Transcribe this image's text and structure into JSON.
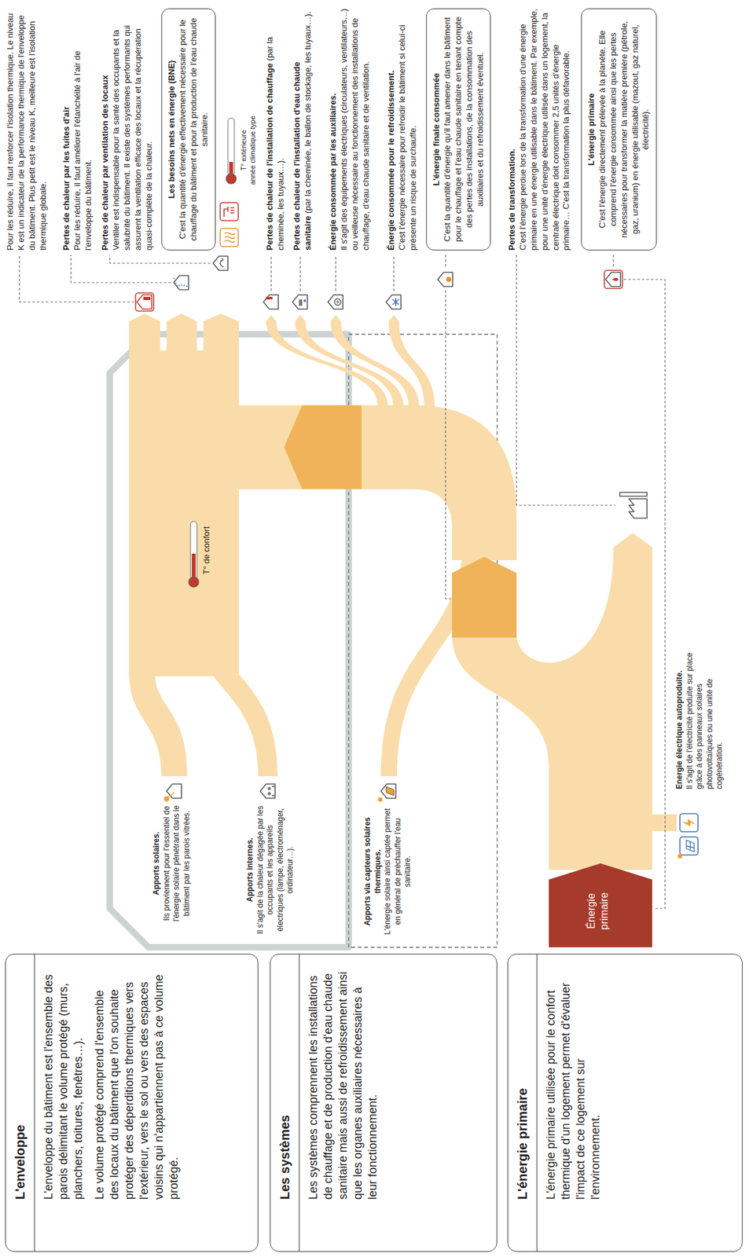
{
  "diagram": {
    "nodes": [
      {
        "text": [
          "L'enveloppe",
          "L'enveloppe du bâtiment est l'ensemble des parois délimitant le volume protégé (murs, planchers, toitures, fenêtres…).",
          "Le volume protégé comprend l'ensemble des locaux du bâtiment que l'on souhaite protéger des déperditions thermiques vers l'extérieur, vers le sol ou vers des espaces voisins qui n'appartiennent pas à ce volume protégé."
        ]
      },
      {
        "text": [
          "Les systèmes",
          "Les systèmes comprennent les installations de chauffage et de production d'eau chaude sanitaire mais aussi de refroidissement ainsi que les organes auxiliaires nécessaires à leur fonctionnement."
        ]
      },
      {
        "text": [
          "L'énergie primaire",
          "L'énergie primaire utilisée pour le confort thermique d'un logement permet d'évaluer l'impact de ce logement sur l'environnement."
        ]
      },
      {
        "text": [
          "Les besoins nets en énergie (BNE)",
          "C'est la quantité d'énergie effectivement nécessaire pour le chauffage du bâtiment et pour la production de l'eau chaude sanitaire."
        ]
      },
      {
        "text": [
          "L'énergie finale consommée",
          "C'est la quantité d'énergie qu'il faut amener dans le bâtiment pour le chauffage et l'eau chaude sanitaire en tenant compte des pertes des installations, de la consommation des auxiliaires et du refroidissement éventuel."
        ]
      },
      {
        "text": [
          "L'énergie primaire",
          "C'est l'énergie directement prélevée à la planète. Elle comprend l'énergie consommée ainsi que les pertes nécessaires pour transformer la matière première (pétrole, gaz, uranium) en énergie utilisable (mazout, gaz naturel, électricité)."
        ]
      },
      {
        "text": [
          "Énergie primaire"
        ]
      }
    ],
    "labels": [
      "Pour les réduire, il faut renforcer l'isolation thermique. Le niveau K est un indicateur de la performance thermique de l'enveloppe du bâtiment. Plus petit est le niveau K, meilleure est l'isolation thermique globale.",
      "Pertes de chaleur par les fuites d'air",
      "Pour les réduire, il faut améliorer l'étanchéité à l'air de l'enveloppe du bâtiment.",
      "Pertes de chaleur par ventilation des locaux",
      "Ventiler est indispensable pour la santé des occupants et la salubrité du bâtiment. Il existe des systèmes performants qui assurent la ventilation efficace des locaux et la récupération quasi-complète de la chaleur.",
      "Pertes de chaleur de l'installation de chauffage",
      "(par la cheminée, les tuyaux…).",
      "Pertes de chaleur de l'installation d'eau chaude sanitaire",
      "(par la cheminée, le ballon de stockage, les tuyaux…).",
      "Énergie consommée par les auxiliaires.",
      "Il s'agit des équipements électriques (circulateurs, ventilateurs…) ou veilleuse nécessaire au fonctionnement des installations de chauffage, d'eau chaude sanitaire et de ventilation.",
      "Énergie consommée pour le refroidissement.",
      "C'est l'énergie nécessaire pour refroidir le bâtiment si celui-ci présente un risque de surchauffe.",
      "Pertes de transformation.",
      "C'est l'énergie perdue lors de la transformation d'une énergie primaire en une énergie utilisable dans le bâtiment. Par exemple, pour une unité d'énergie électrique utilisée dans un logement, la centrale électrique doit consommer 2,5 unités d'énergie primaire… C'est la transformation la plus défavorable.",
      "Apports solaires.",
      "Ils proviennent pour l'essentiel de l'énergie solaire pénétrant dans le bâtiment par les parois vitrées.",
      "Apports internes.",
      "Il s'agit de la chaleur dégagée par les occupants et les appareils électriques (lampe, électroménager, ordinateur…).",
      "Apports via capteurs solaires thermiques.",
      "L'énergie solaire ainsi captée permet en général de préchauffer l'eau sanitaire.",
      "Energie électrique autoproduite.",
      "Il s'agit de l'électricité produite sur place grâce à des panneaux solaires photovoltaïques ou une unité de cogénération.",
      "T° de confort",
      "T° extérieure",
      "année climatique type"
    ]
  }
}
